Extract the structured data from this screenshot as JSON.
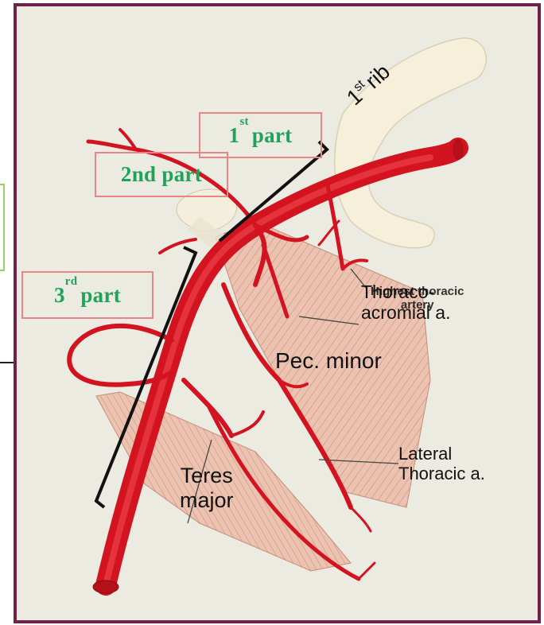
{
  "labels": {
    "first_part": {
      "sup": "st",
      "num": "1",
      "word": "part"
    },
    "second_part": "2nd part",
    "third_part": {
      "num": "3",
      "sup": "rd",
      "word": "part"
    },
    "first_rib": {
      "sup": "st",
      "num": "1",
      "word": "rib"
    },
    "thoraco_acromial": "Thoraco-\nacromial a.",
    "highest_thoracic": "Highest thoracic\nartery",
    "pec_minor": "Pec. minor",
    "lateral_thoracic": "Lateral\nThoracic a.",
    "teres_major": "Teres\nmajor"
  },
  "colors": {
    "frame": "#6e2448",
    "background": "#ecebe1",
    "artery": "#e0202c",
    "muscle": "#e9b9a6",
    "rib": "#f6efd9",
    "label_text": "#1fa35a",
    "label_border": "#e88585"
  }
}
